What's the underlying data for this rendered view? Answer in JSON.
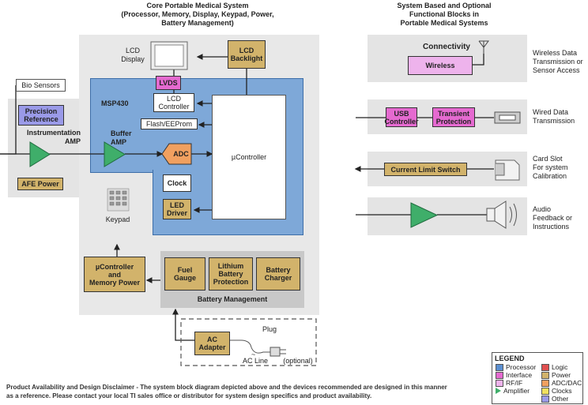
{
  "headers": {
    "core": "Core Portable Medical System\n(Processor, Memory, Display, Keypad, Power,\nBattery Management)",
    "optional": "System Based and Optional\nFunctional Blocks in\nPortable Medical Systems"
  },
  "left": {
    "bio_sensors": "Bio Sensors",
    "precision_reference": "Precision\nReference",
    "instrumentation_amp": "Instrumentation\nAMP",
    "afe_power": "AFE Power"
  },
  "core": {
    "lcd_display": "LCD\nDisplay",
    "lcd_backlight": "LCD\nBacklight",
    "lvds": "LVDS",
    "msp430": "MSP430",
    "lcd_controller": "LCD\nController",
    "flash_eeprom": "Flash/EEProm",
    "buffer_amp": "Buffer\nAMP",
    "adc": "ADC",
    "mcontroller": "µController",
    "clock": "Clock",
    "led_driver": "LED\nDriver",
    "keypad": "Keypad",
    "mcontroller_memory_power": "µController\nand\nMemory Power",
    "fuel_gauge": "Fuel\nGauge",
    "lithium_battery_protection": "Lithium\nBattery\nProtection",
    "battery_charger": "Battery\nCharger",
    "battery_management": "Battery Management",
    "ac_adapter": "AC\nAdapter",
    "plug": "Plug",
    "ac_line": "AC Line",
    "optional": "(optional)"
  },
  "right": {
    "connectivity": "Connectivity",
    "wireless": "Wireless",
    "wireless_desc": "Wireless Data\nTransmission or\nSensor Access",
    "usb_controller": "USB\nController",
    "transient_protection": "Transient\nProtection",
    "wired_desc": "Wired Data\nTransmission",
    "current_limit_switch": "Current Limit Switch",
    "card_desc": "Card Slot\nFor system\nCalibration",
    "audio_desc": "Audio\nFeedback or\nInstructions"
  },
  "legend": {
    "title": "LEGEND",
    "items": [
      {
        "label": "Processor",
        "color": "#5b8fd0"
      },
      {
        "label": "Logic",
        "color": "#e05050"
      },
      {
        "label": "Interface",
        "color": "#e56ad0"
      },
      {
        "label": "Power",
        "color": "#d2b36b"
      },
      {
        "label": "RF/IF",
        "color": "#eeb3ec"
      },
      {
        "label": "ADC/DAC",
        "color": "#f0a060"
      },
      {
        "label": "Amplifier",
        "color": "#3fae6a"
      },
      {
        "label": "Clocks",
        "color": "#f0e060"
      },
      {
        "label": "",
        "color": ""
      },
      {
        "label": "Other",
        "color": "#9a9ae8"
      }
    ]
  },
  "disclaimer": "Product Availability and Design Disclaimer - The system block diagram depicted above and the devices recommended are designed in this manner\nas a reference.  Please contact your local TI sales office or distributor for system design specifics and product availability."
}
